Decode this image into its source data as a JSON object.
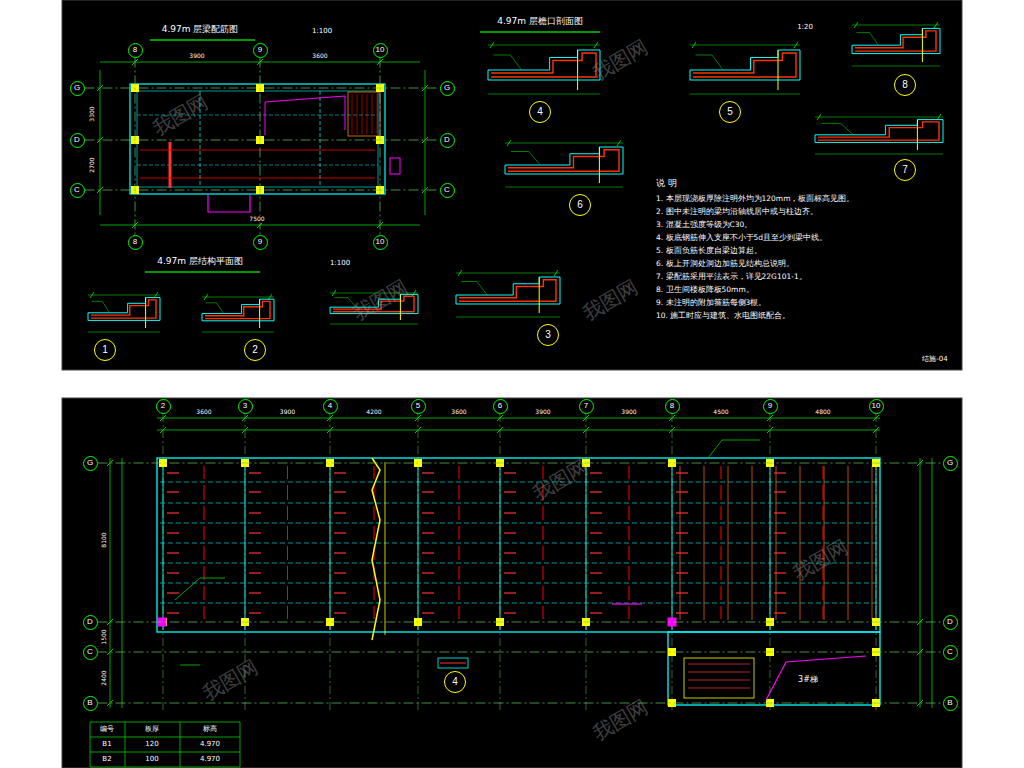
{
  "diagram": {
    "nodes": [
      {
        "text": [
          "8"
        ]
      },
      {
        "text": [
          "9"
        ]
      },
      {
        "text": [
          "10"
        ]
      },
      {
        "text": [
          "8"
        ]
      },
      {
        "text": [
          "9"
        ]
      },
      {
        "text": [
          "10"
        ]
      },
      {
        "text": [
          "G"
        ]
      },
      {
        "text": [
          "D"
        ]
      },
      {
        "text": [
          "C"
        ]
      },
      {
        "text": [
          "G"
        ]
      },
      {
        "text": [
          "D"
        ]
      },
      {
        "text": [
          "C"
        ]
      },
      {
        "text": [
          "1"
        ]
      },
      {
        "text": [
          "2"
        ]
      },
      {
        "text": [
          "3"
        ]
      },
      {
        "text": [
          "4"
        ]
      },
      {
        "text": [
          "5"
        ]
      },
      {
        "text": [
          "6"
        ]
      },
      {
        "text": [
          "7"
        ]
      },
      {
        "text": [
          "8"
        ]
      },
      {
        "text": [
          "2"
        ]
      },
      {
        "text": [
          "3"
        ]
      },
      {
        "text": [
          "4"
        ]
      },
      {
        "text": [
          "5"
        ]
      },
      {
        "text": [
          "6"
        ]
      },
      {
        "text": [
          "7"
        ]
      },
      {
        "text": [
          "8"
        ]
      },
      {
        "text": [
          "9"
        ]
      },
      {
        "text": [
          "10"
        ]
      },
      {
        "text": [
          "G"
        ]
      },
      {
        "text": [
          "D"
        ]
      },
      {
        "text": [
          "C"
        ]
      },
      {
        "text": [
          "B"
        ]
      },
      {
        "text": [
          "G"
        ]
      },
      {
        "text": [
          "D"
        ]
      },
      {
        "text": [
          "C"
        ]
      },
      {
        "text": [
          "B"
        ]
      },
      {
        "text": [
          "4"
        ]
      }
    ],
    "edges": [
      {
        "from": 0,
        "to": 3,
        "arrow": "none"
      },
      {
        "from": 1,
        "to": 4,
        "arrow": "none"
      },
      {
        "from": 2,
        "to": 5,
        "arrow": "none"
      },
      {
        "from": 6,
        "to": 9,
        "arrow": "none"
      },
      {
        "from": 7,
        "to": 10,
        "arrow": "none"
      },
      {
        "from": 8,
        "to": 11,
        "arrow": "none"
      },
      {
        "from": 29,
        "to": 33,
        "arrow": "none"
      },
      {
        "from": 30,
        "to": 34,
        "arrow": "none"
      },
      {
        "from": 31,
        "to": 35,
        "arrow": "none"
      },
      {
        "from": 32,
        "to": 36,
        "arrow": "none"
      }
    ],
    "labels": [
      "4.97m 层梁配筋图",
      "1:100",
      "4.97m 层结构平面图",
      "1:100",
      "4.97m 层檐口剖面图",
      "1:20",
      "说 明",
      "1. 本层现浇板厚除注明外均为120mm，板面标高见图。",
      "2. 图中未注明的梁均沿轴线居中或与柱边齐。",
      "3. 混凝土强度等级为C30。",
      "4. 板底钢筋伸入支座不小于5d且至少到梁中线。",
      "5. 板面负筋长度自梁边算起。",
      "6. 板上开洞处洞边加筋见结构总说明。",
      "7. 梁配筋采用平法表示，详见22G101-1。",
      "8. 卫生间楼板降板50mm。",
      "9. 未注明的附加箍筋每侧3根。",
      "10. 施工时应与建筑、水电图纸配合。",
      "结施-04",
      "3900",
      "3600",
      "7500",
      "3300",
      "2700",
      "3600",
      "3900",
      "4200",
      "3600",
      "3900",
      "3900",
      "4500",
      "4800",
      "8100",
      "1500",
      "2400",
      "3#梯",
      "编号",
      "板厚",
      "标高",
      "B1",
      "120",
      "4.970",
      "B2",
      "100",
      "4.970",
      "我图网",
      "我图网",
      "我图网",
      "我图网",
      "我图网",
      "我图网",
      "我图网",
      "我图网"
    ]
  }
}
